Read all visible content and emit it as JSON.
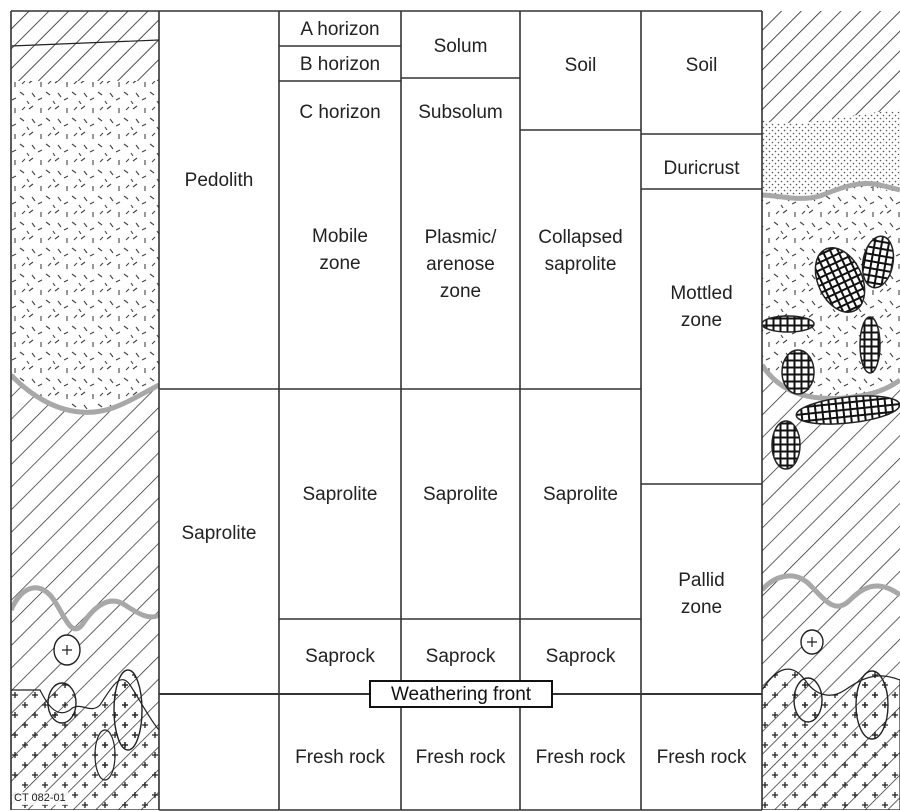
{
  "columns": {
    "regolith": {
      "pedolith": "Pedolith",
      "saprolite": "Saprolite"
    },
    "horizons": {
      "a_horizon": "A horizon",
      "b_horizon": "B horizon",
      "c_horizon": "C horizon",
      "mobile_zone": "Mobile\nzone",
      "saprolite": "Saprolite",
      "saprock": "Saprock",
      "fresh_rock": "Fresh rock"
    },
    "solum": {
      "solum": "Solum",
      "subsolum": "Subsolum",
      "plasmic_zone": "Plasmic/\narenose\nzone",
      "saprolite": "Saprolite",
      "saprock": "Saprock",
      "fresh_rock": "Fresh rock"
    },
    "saprolite_profile": {
      "soil": "Soil",
      "collapsed_saprolite": "Collapsed\nsaprolite",
      "saprolite": "Saprolite",
      "saprock": "Saprock",
      "fresh_rock": "Fresh rock"
    },
    "lateritic_profile": {
      "soil": "Soil",
      "duricrust": "Duricrust",
      "mottled_zone": "Mottled\nzone",
      "pallid_zone": "Pallid\nzone",
      "fresh_rock": "Fresh rock"
    }
  },
  "weathering_front": "Weathering front",
  "figure_code": "CT 082-01",
  "colors": {
    "line": "#333333",
    "boundary_gray": "#a8a8a8",
    "background": "#ffffff"
  }
}
